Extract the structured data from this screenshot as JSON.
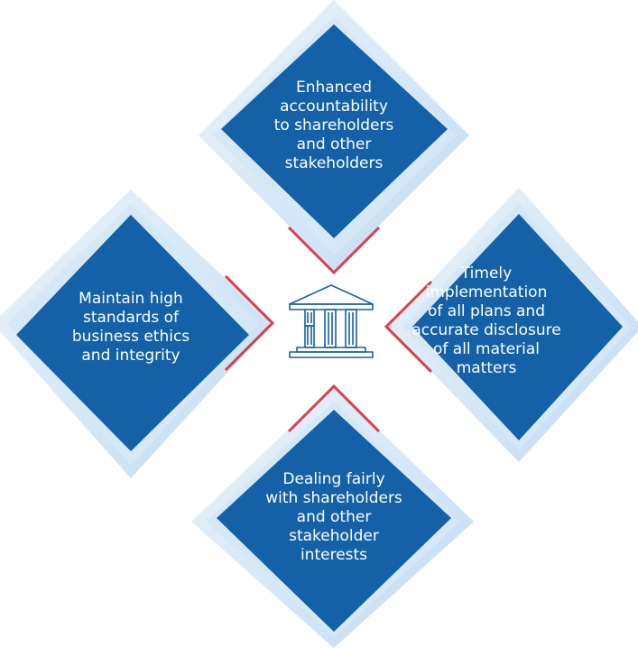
{
  "diagram": {
    "nodes": {
      "top": [
        "Enhanced",
        "accountability",
        "to shareholders",
        "and other",
        "stakeholders"
      ],
      "right": [
        "Timely",
        "implementation",
        "of all plans and",
        "accurate disclosure",
        "of all material",
        "matters"
      ],
      "left": [
        "Maintain high",
        "standards of",
        "business ethics",
        "and integrity"
      ],
      "bottom": [
        "Dealing fairly",
        "with shareholders",
        "and other",
        "stakeholder",
        "interests"
      ]
    },
    "center_icon": "institution-building-icon",
    "colors": {
      "diamond_fill": "#1461a8",
      "halo": "#cde4f5",
      "halo_inner": "#9fc9ea",
      "accent_red": "#d62b3a",
      "icon_stroke": "#1461a8",
      "text": "#ffffff"
    }
  }
}
